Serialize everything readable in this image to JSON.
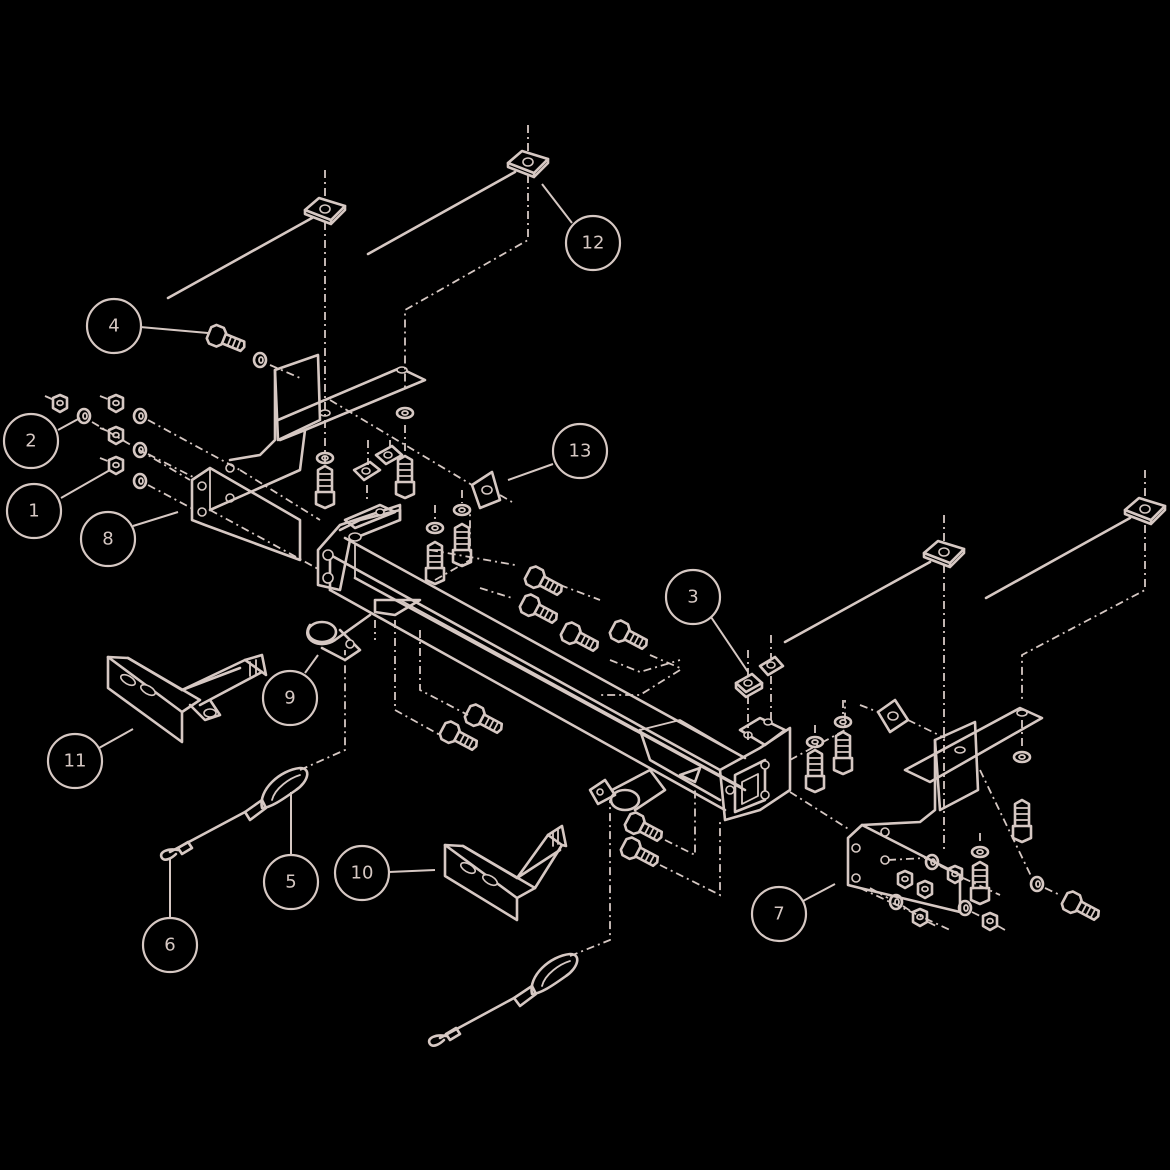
{
  "colors": {
    "background": "#000000",
    "stroke": "#d6c8c3"
  },
  "callouts": [
    {
      "id": "c1",
      "label": "1"
    },
    {
      "id": "c2",
      "label": "2"
    },
    {
      "id": "c3",
      "label": "3"
    },
    {
      "id": "c4",
      "label": "4"
    },
    {
      "id": "c5",
      "label": "5"
    },
    {
      "id": "c6",
      "label": "6"
    },
    {
      "id": "c7",
      "label": "7"
    },
    {
      "id": "c8",
      "label": "8"
    },
    {
      "id": "c9",
      "label": "9"
    },
    {
      "id": "c10",
      "label": "10"
    },
    {
      "id": "c11",
      "label": "11"
    },
    {
      "id": "c12",
      "label": "12"
    },
    {
      "id": "c13",
      "label": "13"
    }
  ]
}
